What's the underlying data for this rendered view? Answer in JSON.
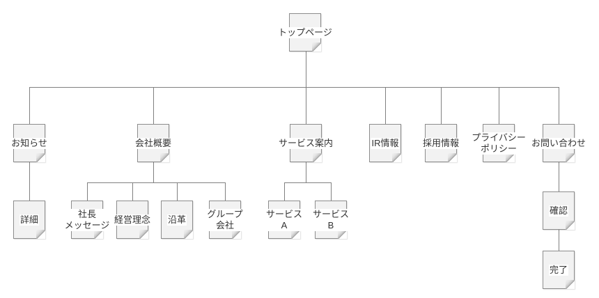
{
  "diagram": {
    "type": "sitemap-tree",
    "colors": {
      "page_fill": "#f2f2f2",
      "page_border": "#8c8c8c",
      "connector_line": "#808080",
      "label_text": "#333333",
      "label_background": "#ffffff"
    },
    "nodes": {
      "top": {
        "label": "トップページ"
      },
      "news": {
        "label": "お知らせ"
      },
      "company": {
        "label": "会社概要"
      },
      "service": {
        "label": "サービス案内"
      },
      "ir": {
        "label": "IR情報"
      },
      "recruit": {
        "label": "採用情報"
      },
      "privacy": {
        "label": "プライバシー\nポリシー"
      },
      "contact": {
        "label": "お問い合わせ"
      },
      "detail": {
        "label": "詳細"
      },
      "president_message": {
        "label": "社長\nメッセージ"
      },
      "philosophy": {
        "label": "経営理念"
      },
      "history": {
        "label": "沿革"
      },
      "group_company": {
        "label": "グループ\n会社"
      },
      "service_a": {
        "label": "サービス\nA"
      },
      "service_b": {
        "label": "サービス\nB"
      },
      "confirm": {
        "label": "確認"
      },
      "complete": {
        "label": "完了"
      }
    },
    "hierarchy": {
      "top": [
        "news",
        "company",
        "service",
        "ir",
        "recruit",
        "privacy",
        "contact"
      ],
      "news": [
        "detail"
      ],
      "company": [
        "president_message",
        "philosophy",
        "history",
        "group_company"
      ],
      "service": [
        "service_a",
        "service_b"
      ],
      "contact": [
        "confirm"
      ],
      "confirm": [
        "complete"
      ]
    }
  }
}
